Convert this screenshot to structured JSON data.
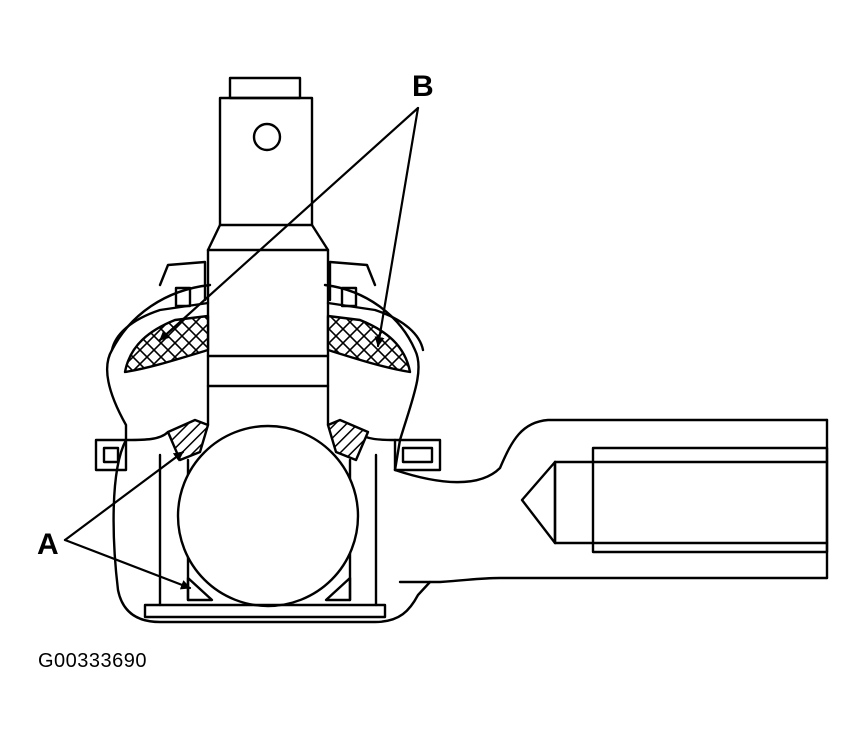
{
  "callouts": {
    "a": "A",
    "b": "B"
  },
  "figure_id": "G00333690",
  "colors": {
    "line": "#000000",
    "background": "#ffffff"
  }
}
